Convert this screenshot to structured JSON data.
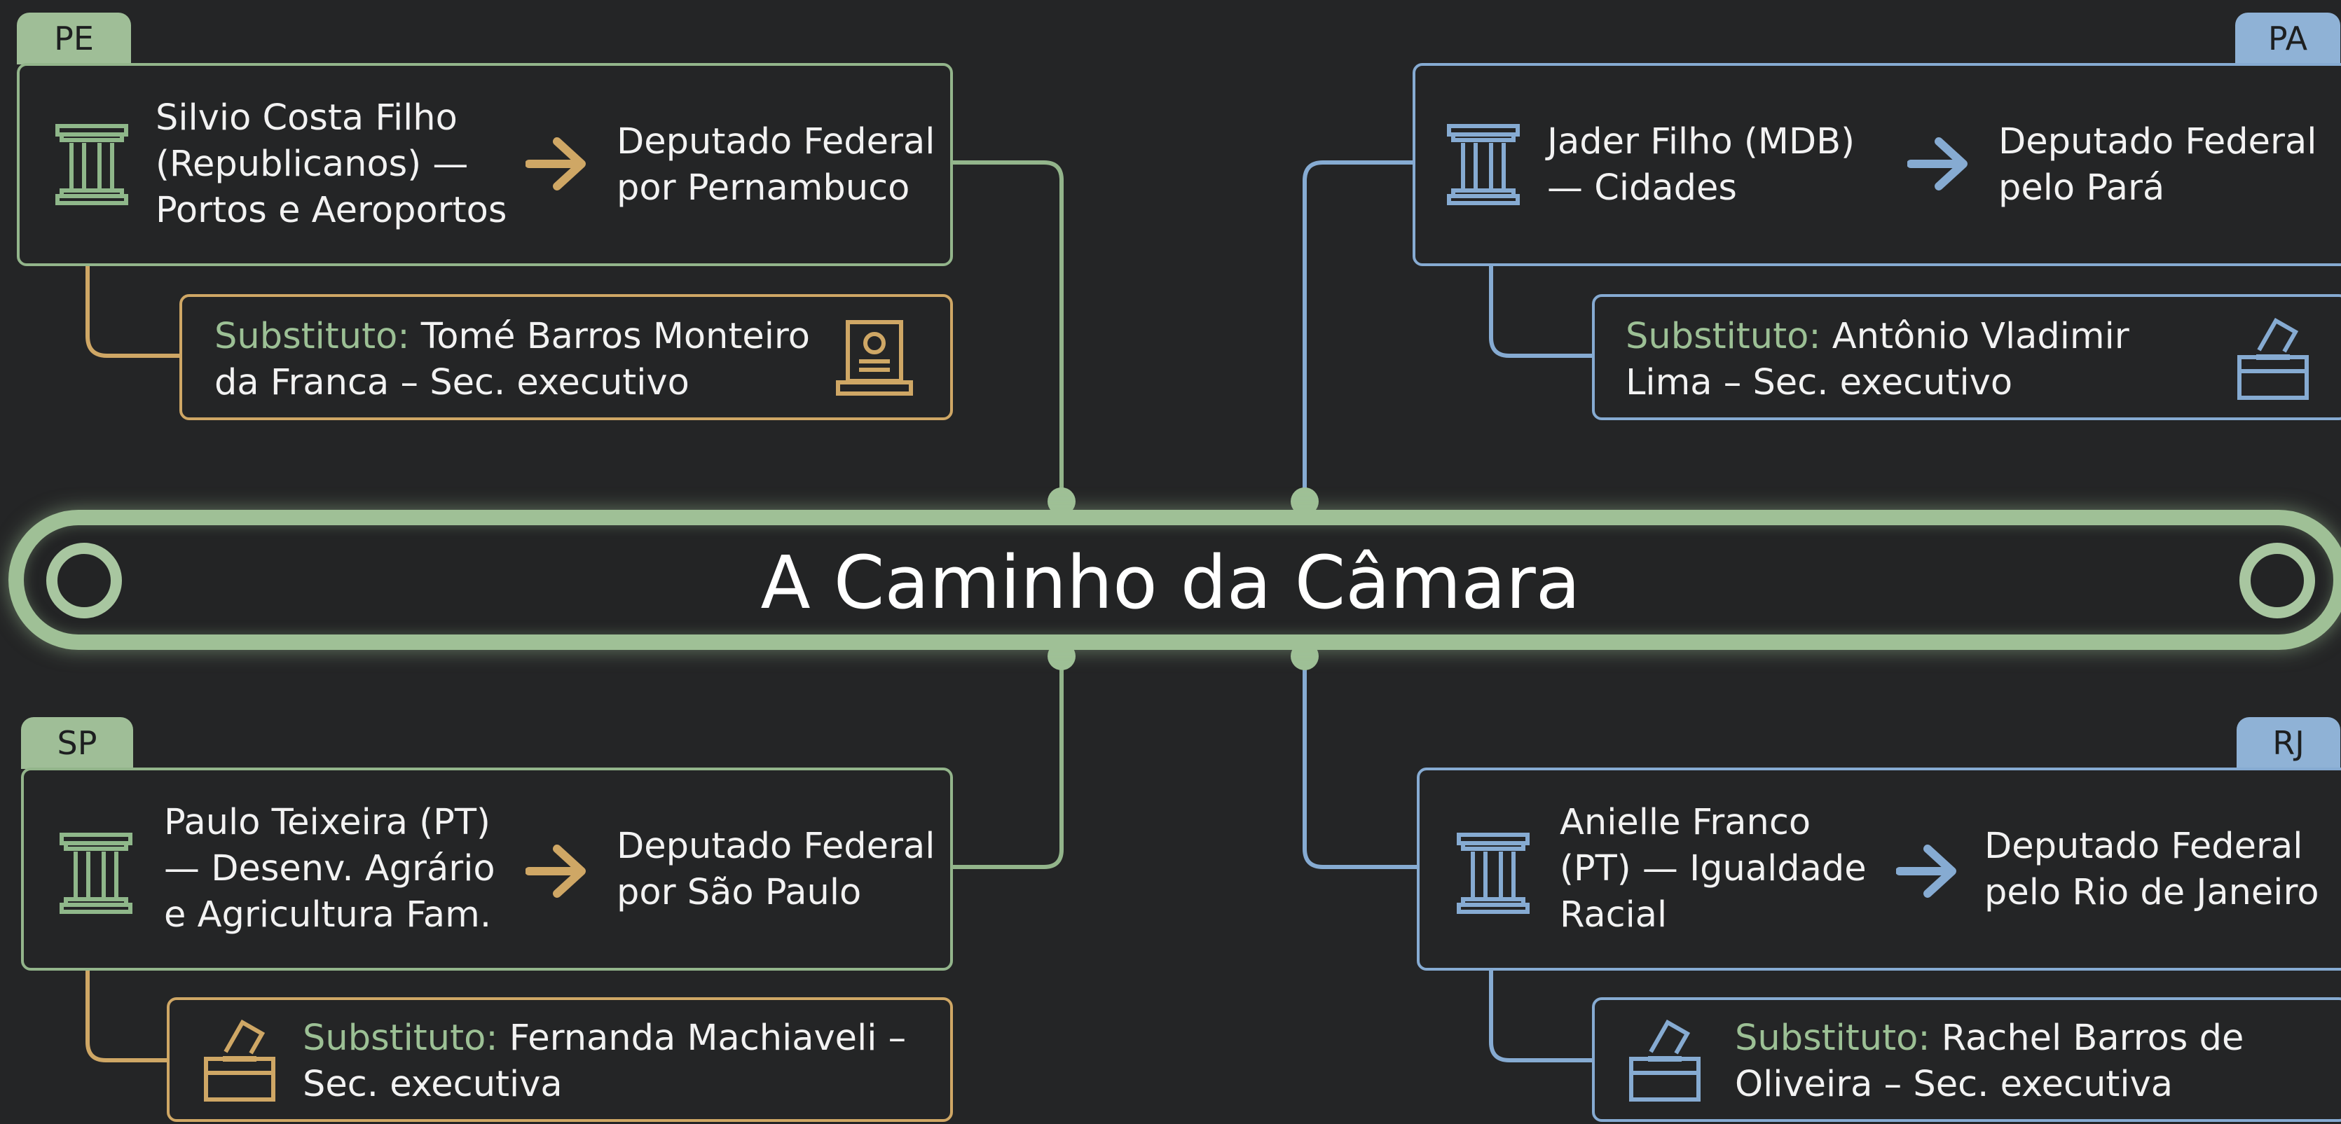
{
  "title": "A Caminho da Câmara",
  "colors": {
    "background": "#242526",
    "green": "#9fbe97",
    "blue": "#8fb2d6",
    "gold": "#cfa765"
  },
  "cards": {
    "pe": {
      "state": "PE",
      "minister_lines": [
        "Silvio Costa Filho",
        "(Republicanos) —",
        "Portos e Aeroportos"
      ],
      "destination_lines": [
        "Deputado Federal",
        "por Pernambuco"
      ],
      "substitute_label": "Substituto:",
      "substitute_name_part": "Tomé Barros Monteiro",
      "substitute_line2": "da Franca – Sec. executivo",
      "minister_icon": "building-columns-icon",
      "substitute_icon": "id-plaque-icon"
    },
    "pa": {
      "state": "PA",
      "minister_lines": [
        "Jader Filho (MDB)",
        "— Cidades"
      ],
      "destination_lines": [
        "Deputado Federal",
        "pelo Pará"
      ],
      "substitute_label": "Substituto:",
      "substitute_name_part": "Antônio Vladimir",
      "substitute_line2": "Lima – Sec. executivo",
      "minister_icon": "building-columns-icon",
      "substitute_icon": "ballot-box-icon"
    },
    "sp": {
      "state": "SP",
      "minister_lines": [
        "Paulo Teixeira (PT)",
        "— Desenv. Agrário",
        "e Agricultura Fam."
      ],
      "destination_lines": [
        "Deputado Federal",
        "por São Paulo"
      ],
      "substitute_label": "Substituto:",
      "substitute_name_part": "Fernanda Machiaveli –",
      "substitute_line2": "Sec. executiva",
      "minister_icon": "building-columns-icon",
      "substitute_icon": "ballot-box-icon"
    },
    "rj": {
      "state": "RJ",
      "minister_lines": [
        "Anielle Franco",
        "(PT) — Igualdade",
        "Racial"
      ],
      "destination_lines": [
        "Deputado Federal",
        "pelo Rio de Janeiro"
      ],
      "substitute_label": "Substituto:",
      "substitute_name_part": "Rachel Barros de",
      "substitute_line2": "Oliveira – Sec. executiva",
      "minister_icon": "building-columns-icon",
      "substitute_icon": "ballot-box-icon"
    }
  }
}
